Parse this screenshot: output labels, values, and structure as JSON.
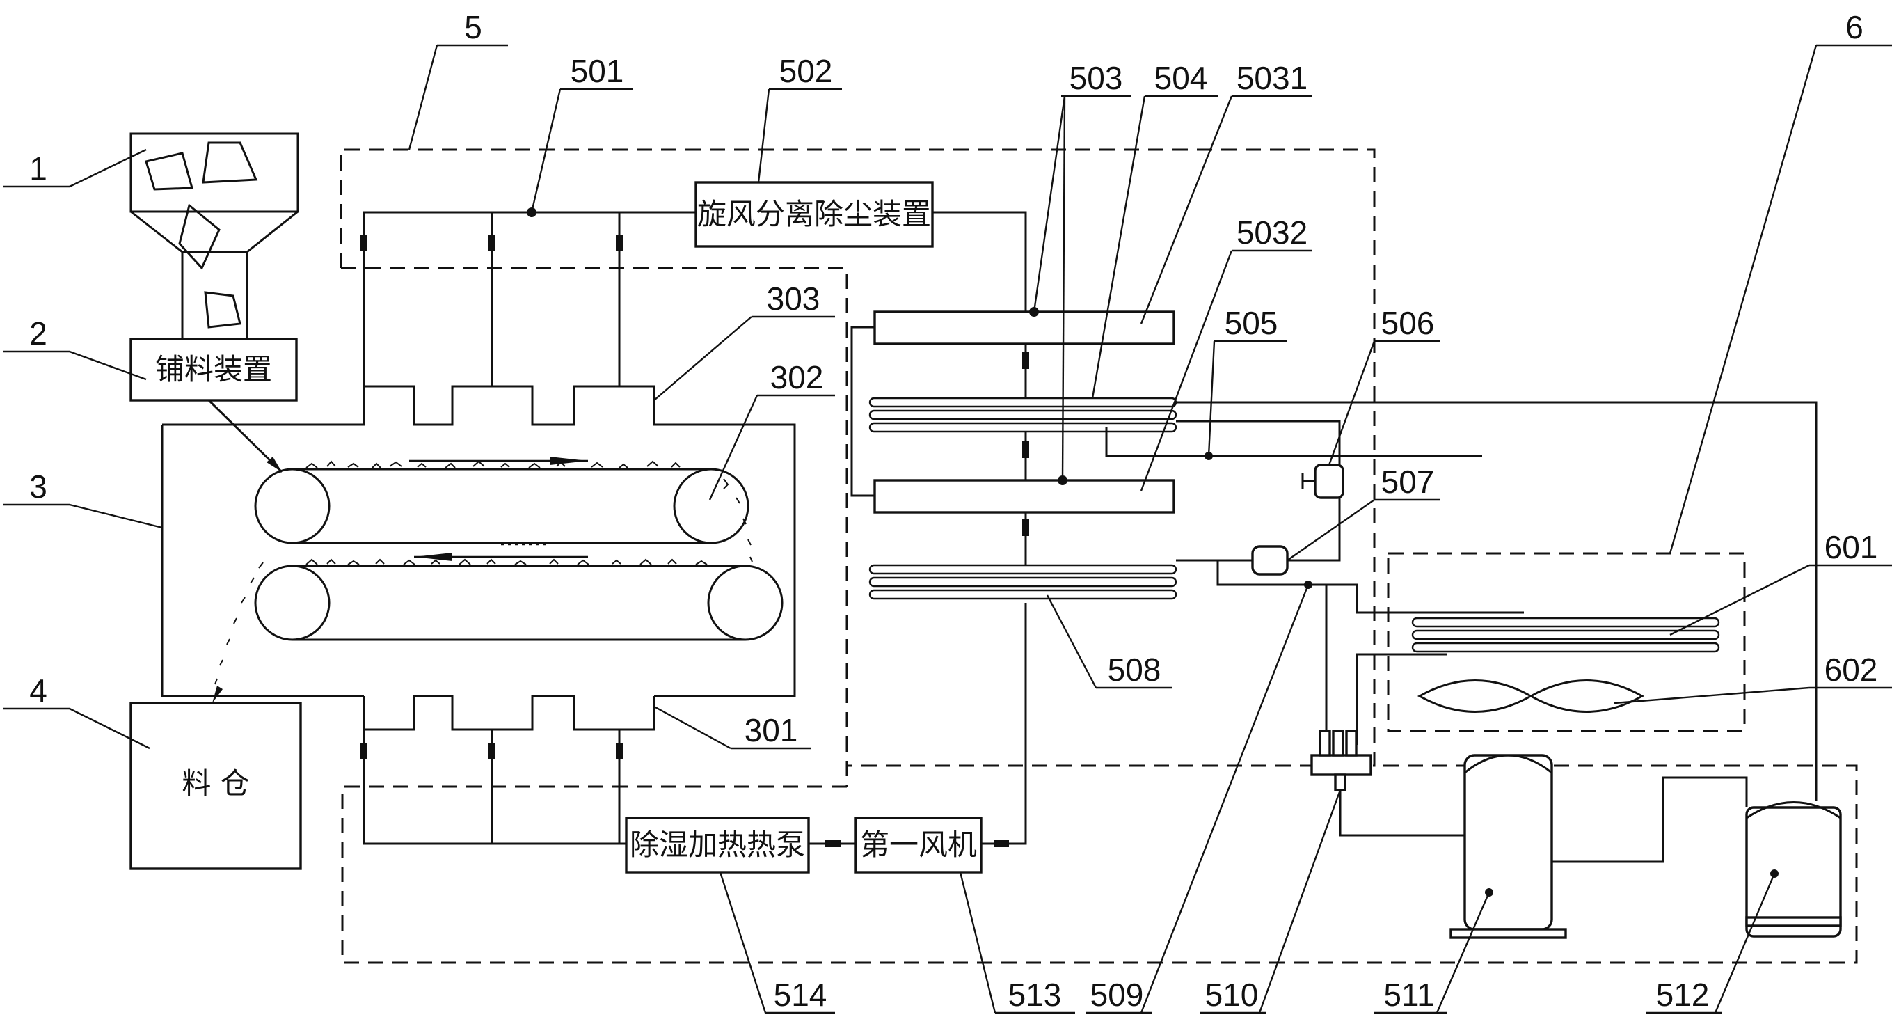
{
  "labels": {
    "n1": "1",
    "n2": "2",
    "n3": "3",
    "n4": "4",
    "n5": "5",
    "n6": "6",
    "n301": "301",
    "n302": "302",
    "n303": "303",
    "n501": "501",
    "n502": "502",
    "n503": "503",
    "n504": "504",
    "n5031": "5031",
    "n5032": "5032",
    "n505": "505",
    "n506": "506",
    "n507": "507",
    "n508": "508",
    "n509": "509",
    "n510": "510",
    "n511": "511",
    "n512": "512",
    "n513": "513",
    "n514": "514",
    "n601": "601",
    "n602": "602"
  },
  "boxes": {
    "cyclone": "旋风分离除尘装置",
    "spreader": "铺料装置",
    "bin": "料 仓",
    "heat_pump": "除湿加热热泵",
    "fan": "第一风机"
  }
}
